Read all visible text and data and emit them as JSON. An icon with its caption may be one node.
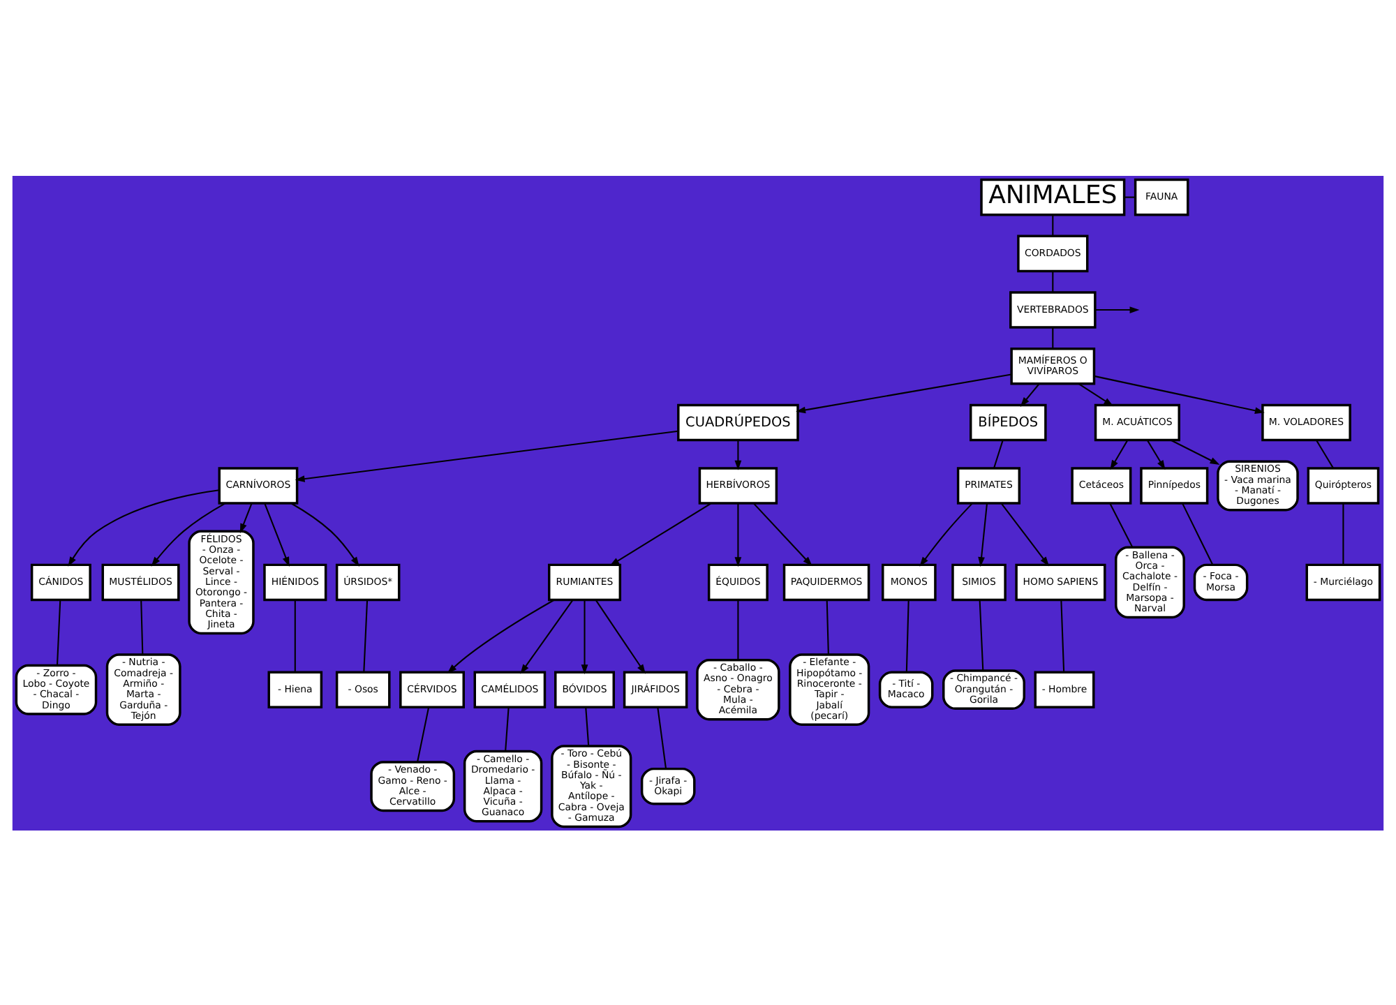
{
  "diagram": {
    "nodes": [
      {
        "text": [
          "ANIMALES"
        ]
      },
      {
        "text": [
          "FAUNA"
        ]
      },
      {
        "text": [
          "CORDADOS"
        ]
      },
      {
        "text": [
          "VERTEBRADOS"
        ]
      },
      {
        "text": [
          "MAMÍFEROS O VIVÍPAROS"
        ]
      },
      {
        "text": [
          "CUADRÚPEDOS"
        ]
      },
      {
        "text": [
          "BÍPEDOS"
        ]
      },
      {
        "text": [
          "M. ACUÁTICOS"
        ]
      },
      {
        "text": [
          "CARNÍVOROS"
        ]
      },
      {
        "text": [
          "HERBÍVOROS"
        ]
      },
      {
        "text": [
          "PRIMATES"
        ]
      },
      {
        "text": [
          "CÁNIDOS"
        ]
      },
      {
        "text": [
          "- Zorro - Lobo - Coyote - Chacal - Dingo"
        ]
      },
      {
        "text": [
          "MUSTÉLIDOS"
        ]
      },
      {
        "text": [
          "- Nutria - Comadreja - Armiño - Marta - Garduña - Tejón"
        ]
      },
      {
        "text": [
          "FÉLIDOS",
          "- Onza - Ocelote - Serval - Lince - Otorongo - Pantera - Chita - Jineta"
        ]
      },
      {
        "text": [
          "HIÉNIDOS"
        ]
      },
      {
        "text": [
          "- Hiena"
        ]
      },
      {
        "text": [
          "ÚRSIDOS*"
        ]
      },
      {
        "text": [
          "- Osos"
        ]
      },
      {
        "text": [
          "RUMIANTES"
        ]
      },
      {
        "text": [
          "CÉRVIDOS"
        ]
      },
      {
        "text": [
          "- Venado - Gamo - Reno - Alce - Cervatillo"
        ]
      },
      {
        "text": [
          "CAMÉLIDOS"
        ]
      },
      {
        "text": [
          "- Camello - Dromedario - Llama - Alpaca - Vicuña - Guanaco"
        ]
      },
      {
        "text": [
          "BÓVIDOS"
        ]
      },
      {
        "text": [
          "- Toro - Cebú - Bisonte - Búfalo - Ñú - Yak - Antílope - Cabra - Oveja - Gamuza"
        ]
      },
      {
        "text": [
          "JIRÁFIDOS"
        ]
      },
      {
        "text": [
          "- Jirafa - Okapi"
        ]
      },
      {
        "text": [
          "ÉQUIDOS"
        ]
      },
      {
        "text": [
          "- Caballo - Asno - Onagro - Cebra - Mula - Acémila"
        ]
      },
      {
        "text": [
          "PAQUIDERMOS"
        ]
      },
      {
        "text": [
          "- Elefante - Hipopótamo - Rinoceronte - Tapir - Jabalí (pecarí)"
        ]
      },
      {
        "text": [
          "MONOS"
        ]
      },
      {
        "text": [
          "- Tití - Macaco"
        ]
      },
      {
        "text": [
          "SIMIOS"
        ]
      },
      {
        "text": [
          "- Chimpancé - Orangután - Gorila"
        ]
      },
      {
        "text": [
          "HOMO SAPIENS"
        ]
      },
      {
        "text": [
          "- Hombre"
        ]
      },
      {
        "text": [
          "M. VOLADORES"
        ]
      },
      {
        "text": [
          "Quirópteros"
        ]
      },
      {
        "text": [
          "- Murciélago"
        ]
      },
      {
        "text": [
          "Cetáceos"
        ]
      },
      {
        "text": [
          "- Ballena - Orca - Cachalote - Delfín - Marsopa - Narval"
        ]
      },
      {
        "text": [
          "Pinnípedos"
        ]
      },
      {
        "text": [
          "- Foca - Morsa"
        ]
      },
      {
        "text": [
          "SIRENIOS",
          "- Vaca marina - Manatí - Dugones"
        ]
      }
    ],
    "edges": [
      {
        "from": 0,
        "to": 1,
        "arrow": "none"
      },
      {
        "from": 0,
        "to": 2,
        "arrow": "none"
      },
      {
        "from": 2,
        "to": 3,
        "arrow": "none"
      },
      {
        "from": 3,
        "to": null,
        "arrow": "to"
      },
      {
        "from": 3,
        "to": 4,
        "arrow": "none"
      },
      {
        "from": 4,
        "to": 5,
        "arrow": "to"
      },
      {
        "from": 4,
        "to": 6,
        "arrow": "to"
      },
      {
        "from": 4,
        "to": 7,
        "arrow": "to"
      },
      {
        "from": 4,
        "to": 39,
        "arrow": "to"
      },
      {
        "from": 5,
        "to": 8,
        "arrow": "to"
      },
      {
        "from": 5,
        "to": 9,
        "arrow": "to"
      },
      {
        "from": 6,
        "to": 10,
        "arrow": "none"
      },
      {
        "from": 8,
        "to": 11,
        "arrow": "to"
      },
      {
        "from": 8,
        "to": 13,
        "arrow": "to"
      },
      {
        "from": 8,
        "to": 15,
        "arrow": "to"
      },
      {
        "from": 8,
        "to": 16,
        "arrow": "to"
      },
      {
        "from": 8,
        "to": 18,
        "arrow": "to"
      },
      {
        "from": 11,
        "to": 12,
        "arrow": "none"
      },
      {
        "from": 13,
        "to": 14,
        "arrow": "none"
      },
      {
        "from": 16,
        "to": 17,
        "arrow": "none"
      },
      {
        "from": 18,
        "to": 19,
        "arrow": "none"
      },
      {
        "from": 9,
        "to": 20,
        "arrow": "to"
      },
      {
        "from": 9,
        "to": 29,
        "arrow": "to"
      },
      {
        "from": 9,
        "to": 31,
        "arrow": "to"
      },
      {
        "from": 20,
        "to": 21,
        "arrow": "to"
      },
      {
        "from": 20,
        "to": 23,
        "arrow": "to"
      },
      {
        "from": 20,
        "to": 25,
        "arrow": "to"
      },
      {
        "from": 20,
        "to": 27,
        "arrow": "to"
      },
      {
        "from": 21,
        "to": 22,
        "arrow": "none"
      },
      {
        "from": 23,
        "to": 24,
        "arrow": "none"
      },
      {
        "from": 25,
        "to": 26,
        "arrow": "none"
      },
      {
        "from": 27,
        "to": 28,
        "arrow": "none"
      },
      {
        "from": 29,
        "to": 30,
        "arrow": "none"
      },
      {
        "from": 31,
        "to": 32,
        "arrow": "none"
      },
      {
        "from": 10,
        "to": 33,
        "arrow": "to"
      },
      {
        "from": 10,
        "to": 35,
        "arrow": "to"
      },
      {
        "from": 10,
        "to": 37,
        "arrow": "to"
      },
      {
        "from": 33,
        "to": 34,
        "arrow": "none"
      },
      {
        "from": 35,
        "to": 36,
        "arrow": "none"
      },
      {
        "from": 37,
        "to": 38,
        "arrow": "none"
      },
      {
        "from": 39,
        "to": 40,
        "arrow": "none"
      },
      {
        "from": 40,
        "to": 41,
        "arrow": "none"
      },
      {
        "from": 7,
        "to": 42,
        "arrow": "to"
      },
      {
        "from": 7,
        "to": 44,
        "arrow": "to"
      },
      {
        "from": 7,
        "to": 46,
        "arrow": "to"
      },
      {
        "from": 42,
        "to": 43,
        "arrow": "none"
      },
      {
        "from": 44,
        "to": 45,
        "arrow": "none"
      }
    ]
  }
}
